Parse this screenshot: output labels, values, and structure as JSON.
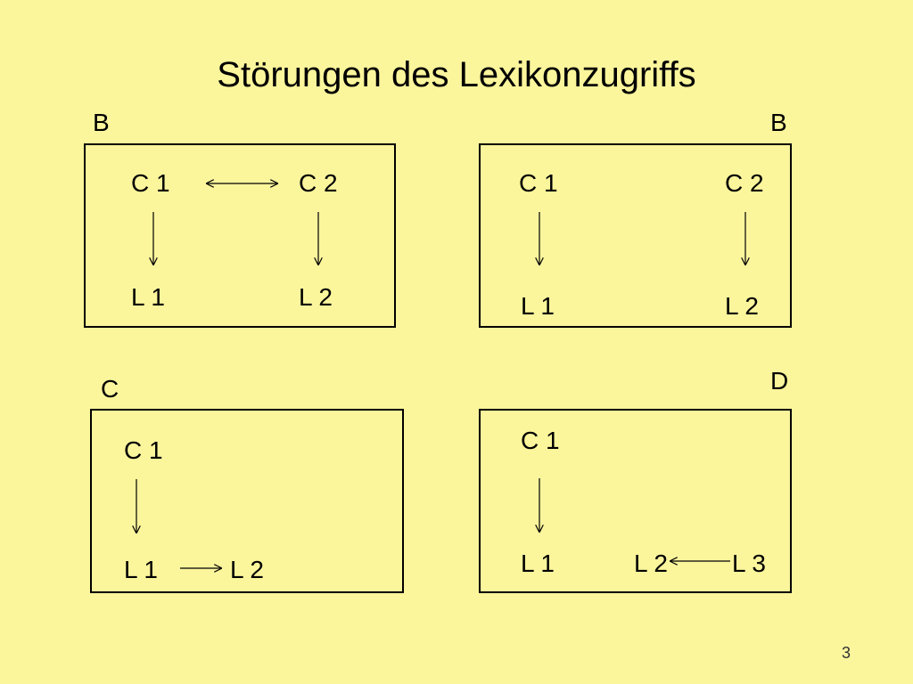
{
  "title": "Störungen des Lexikonzugriffs",
  "page_number": "3",
  "panels": {
    "b_left": {
      "label": "B",
      "nodes": {
        "c1": "C 1",
        "c2": "C 2",
        "l1": "L 1",
        "l2": "L 2"
      }
    },
    "b_right": {
      "label": "B",
      "nodes": {
        "c1": "C 1",
        "c2": "C 2",
        "l1": "L 1",
        "l2": "L 2"
      }
    },
    "c": {
      "label": "C",
      "nodes": {
        "c1": "C 1",
        "l1": "L 1",
        "l2": "L 2"
      }
    },
    "d": {
      "label": "D",
      "nodes": {
        "c1": "C 1",
        "l1": "L 1",
        "l2": "L 2",
        "l3": "L 3"
      }
    }
  },
  "colors": {
    "background": "#fbf59c",
    "ink": "#000000"
  }
}
